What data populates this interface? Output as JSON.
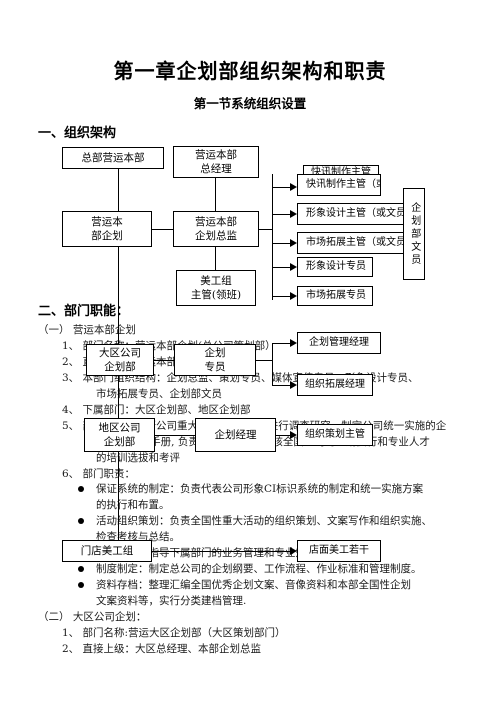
{
  "title": "第一章企划部组织架构和职责",
  "subtitle": "第一节系统组织设置",
  "section1": "一、组织架构",
  "section2": "二、部门职能：",
  "org": {
    "hq": "总部营运本部",
    "ops_gm": "营运本部\n总经理",
    "ops_planning": "营运本\n部企划",
    "planning_director": "营运本部\n企划总监",
    "art_lead": "美工组\n主管(领班)",
    "quick_hidden": "快讯制作主管（或文员）",
    "quick": "快讯制作主管（或文员）",
    "image_lead": "形象设计主管（或文员）",
    "market_lead": "市场拓展主管（或文员）",
    "image_spec": "形象设计专员",
    "market_spec": "市场拓展专员",
    "clerk": "企划部文员",
    "region_planning": "大区公司\n企划部",
    "planning_spec": "企划\n专员",
    "planning_mgr_box": "企划管理经理",
    "org_expand_mgr": "组织拓展经理",
    "region_dept": "地区公司\n企划部",
    "planning_manager": "企划经理",
    "org_plan_lead": "组织策划主管",
    "store_art_team": "门店美工组",
    "store_artists": "店面美工若干"
  },
  "body": {
    "l1": "（一）  营运本部企划",
    "l2": "1、      部门名称：营运本部企划(总公司策划部）",
    "l3": "2、      直接上级：营运本部",
    "l4": "3、      本部门组织结构：企划总监、策划专员、媒体宣传专员、形象设计专员、",
    "l5": "市场拓展专员、企划部文员",
    "l6": "4、      下属部门：大区企划部、地区企划部",
    "l7": "5、      部门本职：执行公司重大决策, 并按决策进行调查研究，制定公司统一实施的企",
    "l8": "划方案和CI手册, 负责落实、监督、考核全国公司的企划执行和专业人才",
    "l9": "的培训选拔和考评",
    "l10": "6、      部门职责：",
    "l11": "保证系统的制定：负责代表公司形象CI标识系统的制定和统一实施方案",
    "l12": "的执行和布置。",
    "l13": "活动组织策划：负责全国性重大活动的组织策划、文案写作和组织实施、",
    "l14": "检查考核与总结。",
    "l15": "指导检测：指导下属部门的业务管理和专业知识培训。",
    "l16": "制度制定：制定总公司的企划纲要、工作流程、作业标准和管理制度。",
    "l17": "资料存档：整理汇编全国优秀企划文案、音像资料和本部全国性企划",
    "l18": "文案资料等，实行分类建档管理.",
    "l19": "（二）  大区公司企划：",
    "l20": "1、      部门名称:营运大区企划部（大区策划部门）",
    "l21": "2、      直接上级：大区总经理、本部企划总监"
  }
}
